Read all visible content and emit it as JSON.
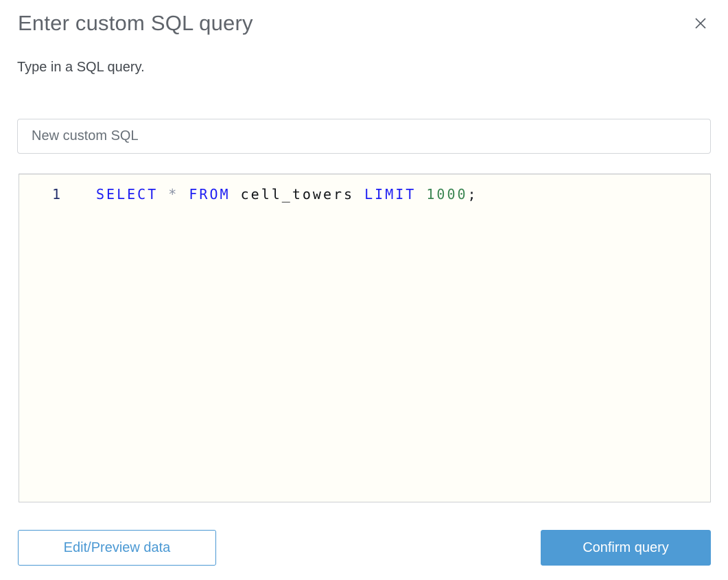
{
  "dialog": {
    "title": "Enter custom SQL query",
    "subtitle": "Type in a SQL query.",
    "close_icon": "close-icon"
  },
  "name_input": {
    "value": "New custom SQL"
  },
  "editor": {
    "lines": [
      {
        "number": "1",
        "tokens": [
          {
            "type": "keyword",
            "t": "SELECT "
          },
          {
            "type": "operator",
            "t": "* "
          },
          {
            "type": "keyword",
            "t": "FROM "
          },
          {
            "type": "identifier",
            "t": "cell_towers "
          },
          {
            "type": "keyword",
            "t": "LIMIT "
          },
          {
            "type": "number",
            "t": "1000"
          },
          {
            "type": "punctuation",
            "t": ";"
          }
        ]
      }
    ]
  },
  "buttons": {
    "edit_preview_label": "Edit/Preview data",
    "confirm_label": "Confirm query"
  },
  "colors": {
    "accent_blue": "#4a98d3",
    "keyword_blue": "#1d1df2",
    "number_green": "#3c8653",
    "operator_gray": "#8b93a6",
    "line_number_navy": "#232f6b",
    "title_gray": "#5f646b",
    "editor_background": "#fffef8"
  }
}
